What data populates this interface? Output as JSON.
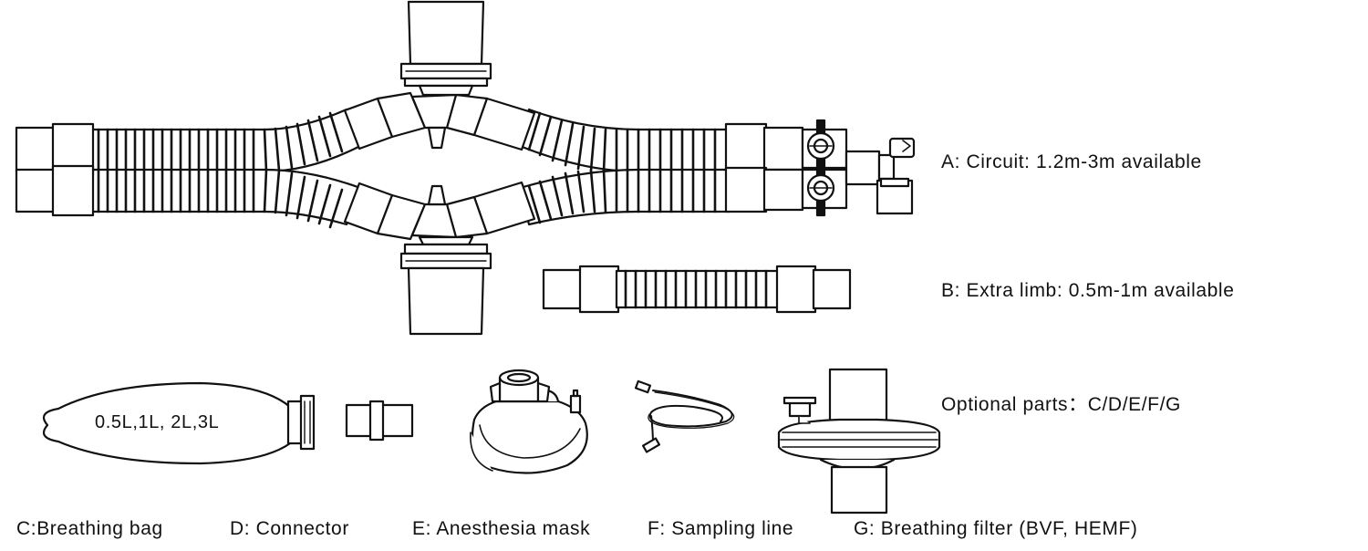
{
  "labels": {
    "circuit": "A: Circuit: 1.2m-3m available",
    "extra_limb": "B: Extra limb: 0.5m-1m available",
    "optional": "Optional parts：C/D/E/F/G"
  },
  "bag_volume_text": "0.5L,1L, 2L,3L",
  "captions": {
    "bag": "C:Breathing bag",
    "connector": "D: Connector",
    "mask": "E: Anesthesia mask",
    "sampling": "F: Sampling line",
    "filter": "G: Breathing filter (BVF, HEMF)"
  },
  "colors": {
    "stroke": "#111111",
    "fill": "#ffffff"
  }
}
